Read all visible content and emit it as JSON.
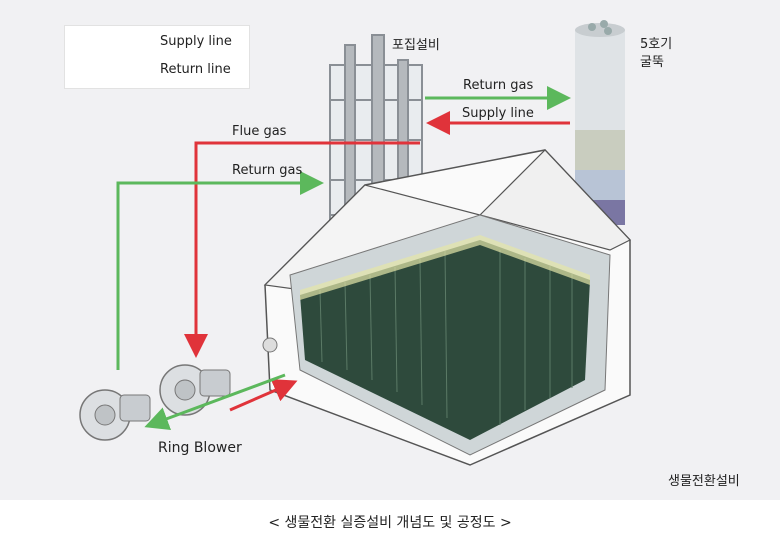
{
  "legend": [
    {
      "label": "Supply line",
      "color": "#5cb85c"
    },
    {
      "label": "Return line",
      "color": "#e0333a"
    }
  ],
  "labels": {
    "tower": "포집설비",
    "chimney": "5호기\n굴뚝",
    "return_gas_top": "Return gas",
    "supply_line": "Supply line",
    "flue_gas": "Flue gas",
    "return_gas_left": "Return gas",
    "ring_blower": "Ring Blower",
    "facility": "생물전환설비"
  },
  "caption": "< 생물전환 실증설비 개념도 및 공정도 >"
}
